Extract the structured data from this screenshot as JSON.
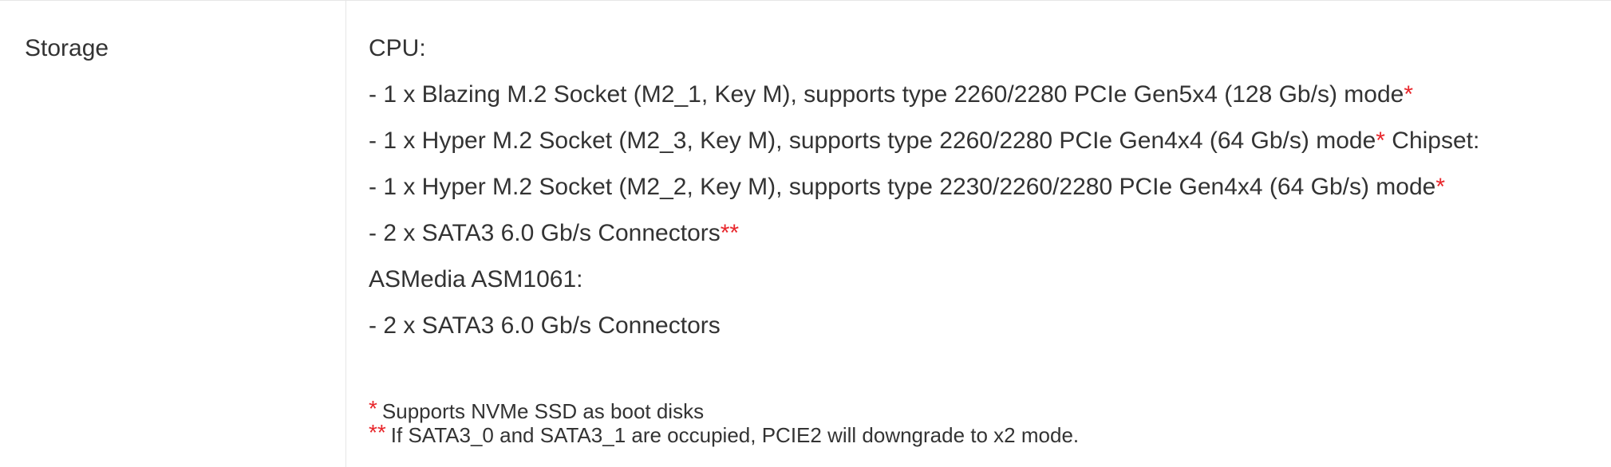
{
  "row": {
    "label": "Storage"
  },
  "lines": [
    {
      "text": "CPU:",
      "mark": ""
    },
    {
      "text": "- 1 x Blazing M.2 Socket (M2_1, Key M), supports type 2260/2280 PCIe Gen5x4 (128 Gb/s) mode",
      "mark": "*",
      "after": ""
    },
    {
      "text": "- 1 x Hyper M.2 Socket (M2_3, Key M), supports type 2260/2280 PCIe Gen4x4 (64 Gb/s) mode",
      "mark": "*",
      "after": " Chipset:"
    },
    {
      "text": "- 1 x Hyper M.2 Socket (M2_2, Key M), supports type 2230/2260/2280 PCIe Gen4x4 (64 Gb/s) mode",
      "mark": "*",
      "after": ""
    },
    {
      "text": "- 2 x SATA3 6.0 Gb/s Connectors",
      "mark": "**",
      "after": ""
    },
    {
      "text": "ASMedia ASM1061:",
      "mark": "",
      "after": ""
    },
    {
      "text": "- 2 x SATA3 6.0 Gb/s Connectors",
      "mark": "",
      "after": ""
    }
  ],
  "footnotes": [
    {
      "mark": "*",
      "text": "Supports NVMe SSD as boot disks"
    },
    {
      "mark": "**",
      "text": "If SATA3_0 and SATA3_1 are occupied, PCIE2 will downgrade to x2 mode."
    }
  ],
  "colors": {
    "accent_red": "#e8262b",
    "text": "#333333",
    "divider": "#e6e6e6"
  }
}
